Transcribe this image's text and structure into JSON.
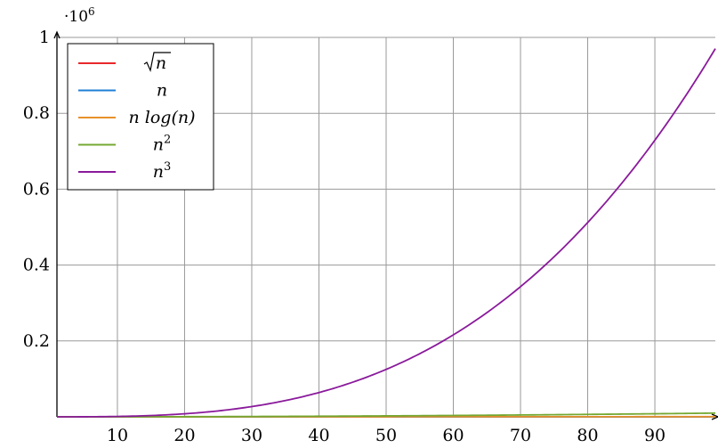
{
  "chart_data": {
    "type": "line",
    "xlabel": "",
    "ylabel": "",
    "x_range": [
      1,
      99
    ],
    "ylim": [
      0,
      1
    ],
    "y_scale_label": {
      "prefix": "·10",
      "exponent": "6"
    },
    "grid": true,
    "legend_position": "top-left",
    "x_ticks": [
      10,
      20,
      30,
      40,
      50,
      60,
      70,
      80,
      90
    ],
    "y_ticks": [
      0.2,
      0.4,
      0.6,
      0.8,
      1
    ],
    "y_tick_labels": [
      "0.2",
      "0.4",
      "0.6",
      "0.8",
      "1"
    ],
    "series": [
      {
        "name": "√n",
        "legend_base": "n",
        "legend_sup": "",
        "legend_prefix": "√",
        "function": "sqrt",
        "color": "#e8282b"
      },
      {
        "name": "n",
        "legend_base": "n",
        "legend_sup": "",
        "legend_prefix": "",
        "function": "linear",
        "color": "#1f7fd6"
      },
      {
        "name": "n log(n)",
        "legend_base": "n log(n)",
        "legend_sup": "",
        "legend_prefix": "",
        "function": "nlogn",
        "color": "#e8912b"
      },
      {
        "name": "n²",
        "legend_base": "n",
        "legend_sup": "2",
        "legend_prefix": "",
        "function": "square",
        "color": "#74a832"
      },
      {
        "name": "n³",
        "legend_base": "n",
        "legend_sup": "3",
        "legend_prefix": "",
        "function": "cube",
        "color": "#8a1a9b"
      }
    ]
  }
}
